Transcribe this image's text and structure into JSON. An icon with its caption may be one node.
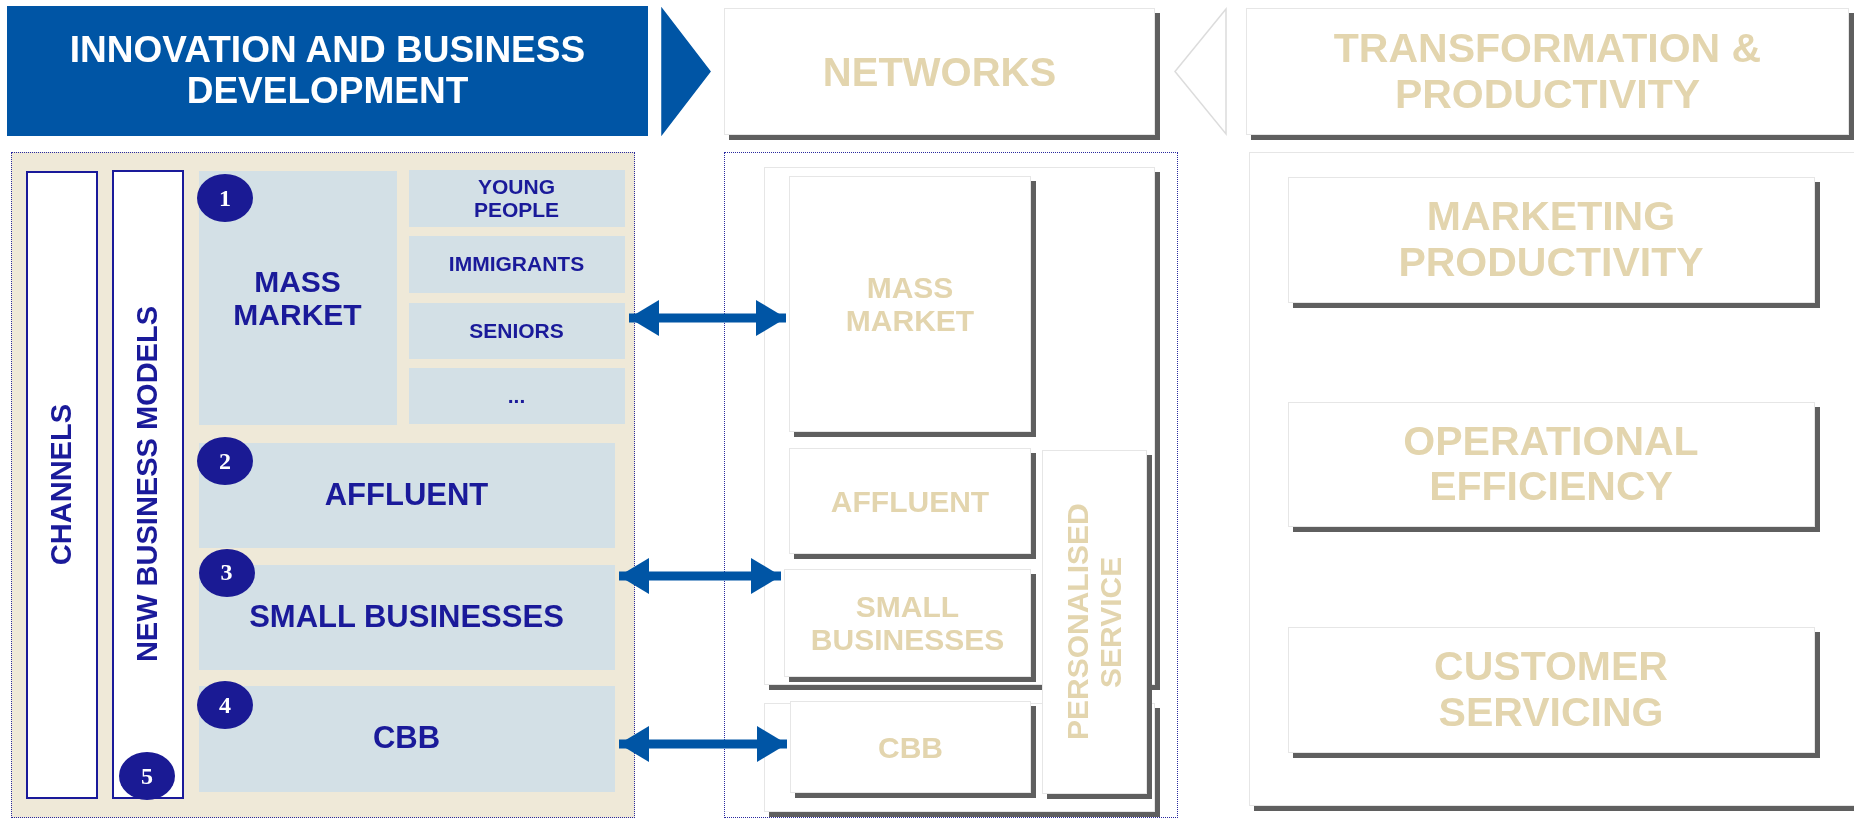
{
  "diagram": {
    "nodes": [
      {
        "text": [
          "INNOVATION AND BUSINESS DEVELOPMENT"
        ]
      },
      {
        "text": [
          "NETWORKS"
        ]
      },
      {
        "text": [
          "TRANSFORMATION & PRODUCTIVITY"
        ]
      },
      {
        "text": [],
        "shape": "box"
      },
      {
        "text": [
          "CHANNELS"
        ],
        "in": 3
      },
      {
        "text": [
          "NEW BUSINESS MODELS"
        ],
        "in": 3
      },
      {
        "text": [
          "MASS MARKET"
        ],
        "in": 3
      },
      {
        "text": [
          "1"
        ],
        "in": 6
      },
      {
        "text": [
          "YOUNG PEOPLE"
        ],
        "in": 3
      },
      {
        "text": [
          "IMMIGRANTS"
        ],
        "in": 3
      },
      {
        "text": [
          "SENIORS"
        ],
        "in": 3
      },
      {
        "text": [
          "..."
        ],
        "in": 3
      },
      {
        "text": [
          "AFFLUENT"
        ],
        "in": 3
      },
      {
        "text": [
          "2"
        ],
        "in": 12
      },
      {
        "text": [
          "3"
        ],
        "in": 3
      },
      {
        "text": [
          "SMALL BUSINESSES"
        ],
        "in": 3
      },
      {
        "text": [
          "CBB"
        ],
        "in": 3
      },
      {
        "text": [
          "4"
        ],
        "in": 16
      },
      {
        "text": [
          "5"
        ],
        "in": 5
      },
      {
        "text": [],
        "shape": "box"
      },
      {
        "text": [],
        "shape": "box",
        "in": 19
      },
      {
        "text": [
          "MASS MARKET"
        ],
        "in": 20
      },
      {
        "text": [
          "AFFLUENT"
        ],
        "in": 20
      },
      {
        "text": [
          "SMALL BUSINESSES"
        ],
        "in": 20
      },
      {
        "text": [],
        "shape": "box",
        "in": 19
      },
      {
        "text": [
          "CBB"
        ],
        "in": 24
      },
      {
        "text": [
          "PERSONALISED SERVICE"
        ],
        "in": 19
      },
      {
        "text": [],
        "shape": "box"
      },
      {
        "text": [
          "MARKETING PRODUCTIVITY"
        ],
        "in": 27
      },
      {
        "text": [
          "OPERATIONAL EFFICIENCY"
        ],
        "in": 27
      },
      {
        "text": [
          "CUSTOMER SERVICING"
        ],
        "in": 27
      }
    ],
    "edges": [
      {
        "from": 0,
        "to": 1,
        "arrow": "to"
      },
      {
        "from": 2,
        "to": 1,
        "arrow": "to",
        "color": "#ffffff"
      },
      {
        "from": 10,
        "to": 21,
        "arrow": "both"
      },
      {
        "from": 15,
        "to": 23,
        "arrow": "both"
      },
      {
        "from": 16,
        "to": 25,
        "arrow": "both"
      }
    ]
  }
}
